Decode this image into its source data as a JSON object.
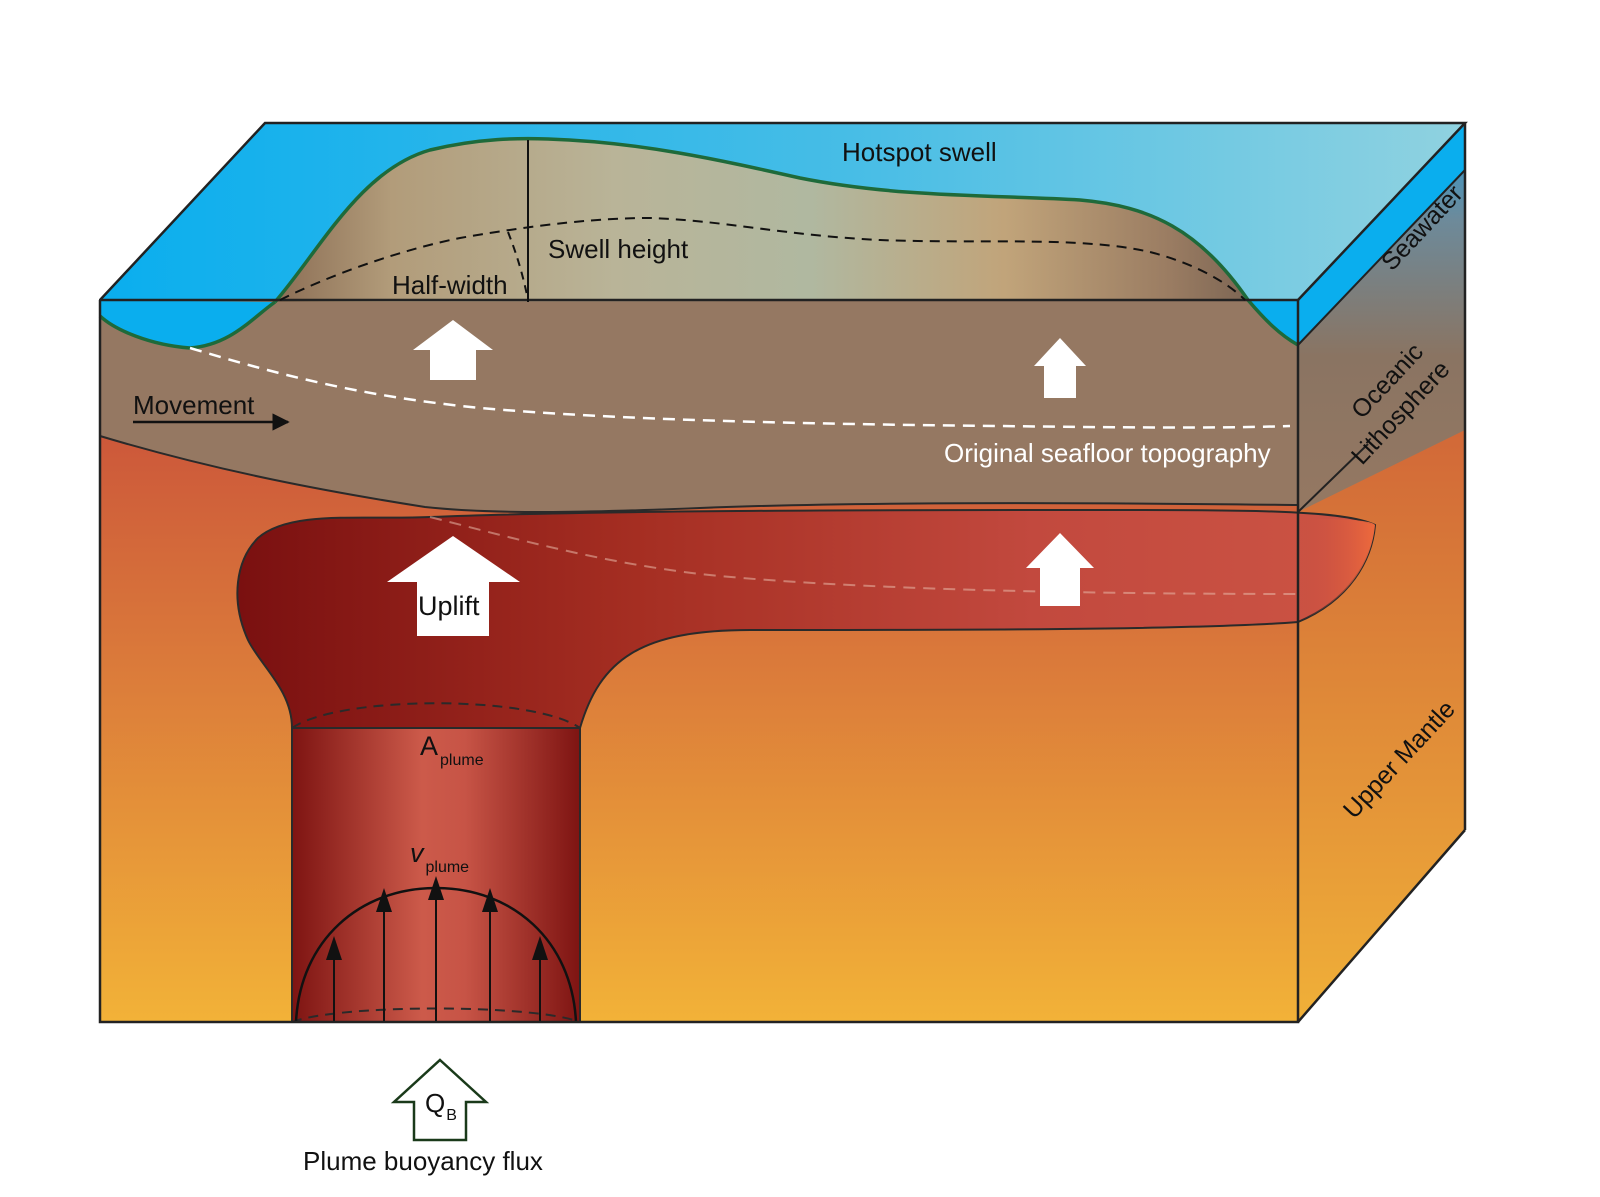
{
  "labels": {
    "hotspot_swell": "Hotspot swell",
    "swell_height": "Swell height",
    "half_width": "Half-width",
    "movement": "Movement",
    "original_seafloor": "Original seafloor topography",
    "uplift": "Uplift",
    "a_plume_main": "A",
    "a_plume_sub": "plume",
    "v_plume_main": "v",
    "v_plume_sub": "plume",
    "qb_main": "Q",
    "qb_sub": "B",
    "plume_buoyancy_flux": "Plume buoyancy flux",
    "seawater": "Seawater",
    "oceanic": "Oceanic",
    "lithosphere": "Lithosphere",
    "upper_mantle": "Upper Mantle"
  },
  "colors": {
    "seawater_light": "#8fd0e0",
    "seawater_dark": "#10aee8",
    "lithosphere": "#957862",
    "swell_sand": "#c8b58c",
    "mantle_top": "#c8463a",
    "mantle_bottom": "#f2b33a",
    "plume_dark": "#8a1512",
    "plume_light": "#cc5848",
    "swell_outline": "#1e6a3a"
  }
}
